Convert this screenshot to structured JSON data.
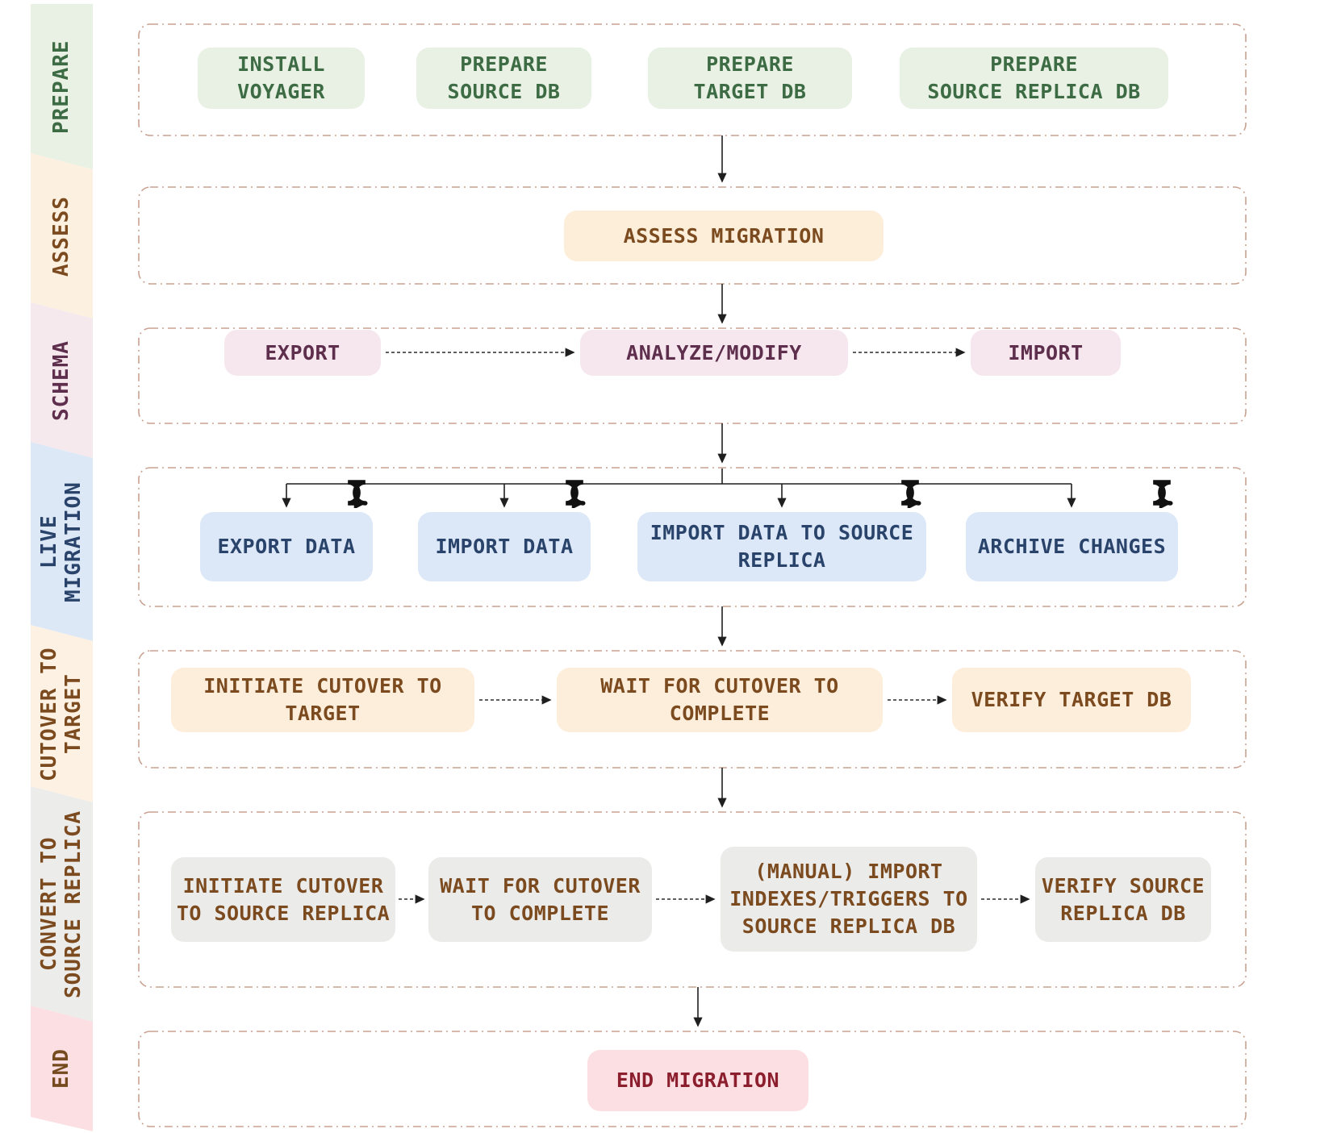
{
  "colors": {
    "lane_border": "#c9a191",
    "connector": "#1f1f1f",
    "prepare_bg": "#e8f1e4",
    "prepare_text": "#3d6b44",
    "assess_bg": "#fdeeda",
    "assess_text": "#7b4a1e",
    "schema_bg": "#f6e7ee",
    "schema_text": "#5e2e4d",
    "live_bg": "#dce8f8",
    "live_text": "#29436a",
    "cutover_bg": "#fdeedc",
    "cutover_text": "#7b4a1e",
    "convert_bg": "#ebebea",
    "convert_text": "#7b4a1e",
    "end_bg": "#fcdfe3",
    "end_text": "#8c1f2e",
    "loop_icon": "#111111"
  },
  "sidebar": {
    "bands": [
      {
        "label": "PREPARE"
      },
      {
        "label": "ASSESS"
      },
      {
        "label": "SCHEMA"
      },
      {
        "label": "LIVE\nMIGRATION"
      },
      {
        "label": "CUTOVER TO\nTARGET"
      },
      {
        "label": "CONVERT TO\nSOURCE REPLICA"
      },
      {
        "label": "END"
      }
    ]
  },
  "lanes": [
    {
      "name": "PREPARE",
      "nodes": [
        {
          "label": "INSTALL\nVOYAGER"
        },
        {
          "label": "PREPARE\nSOURCE DB"
        },
        {
          "label": "PREPARE\nTARGET DB"
        },
        {
          "label": "PREPARE\nSOURCE REPLICA DB"
        }
      ]
    },
    {
      "name": "ASSESS",
      "nodes": [
        {
          "label": "ASSESS MIGRATION"
        }
      ]
    },
    {
      "name": "SCHEMA",
      "nodes": [
        {
          "label": "EXPORT"
        },
        {
          "label": "ANALYZE/MODIFY"
        },
        {
          "label": "IMPORT"
        }
      ]
    },
    {
      "name": "LIVE MIGRATION",
      "nodes": [
        {
          "label": "EXPORT DATA",
          "loop": true
        },
        {
          "label": "IMPORT DATA",
          "loop": true
        },
        {
          "label": "IMPORT DATA TO SOURCE\nREPLICA",
          "loop": true
        },
        {
          "label": "ARCHIVE CHANGES",
          "loop": true
        }
      ]
    },
    {
      "name": "CUTOVER TO TARGET",
      "nodes": [
        {
          "label": "INITIATE CUTOVER TO\nTARGET"
        },
        {
          "label": "WAIT FOR CUTOVER TO\nCOMPLETE"
        },
        {
          "label": "VERIFY TARGET DB"
        }
      ]
    },
    {
      "name": "CONVERT TO SOURCE REPLICA",
      "nodes": [
        {
          "label": "INITIATE CUTOVER\nTO SOURCE REPLICA"
        },
        {
          "label": "WAIT FOR CUTOVER\nTO COMPLETE"
        },
        {
          "label": "(MANUAL) IMPORT\nINDEXES/TRIGGERS TO\nSOURCE REPLICA DB"
        },
        {
          "label": "VERIFY SOURCE\nREPLICA DB"
        }
      ]
    },
    {
      "name": "END",
      "nodes": [
        {
          "label": "END MIGRATION"
        }
      ]
    }
  ]
}
